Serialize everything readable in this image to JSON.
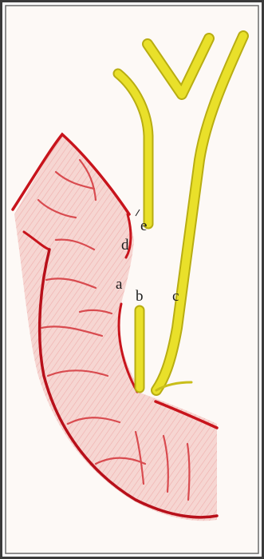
{
  "labels": {
    "a": "a",
    "b": "b",
    "c": "c",
    "d": "d",
    "e": "e"
  },
  "colors": {
    "background": "#fdf9f6",
    "frame": "#3a3a3a",
    "intestine_outline": "#c8141c",
    "intestine_fill": "#f2c6c2",
    "duct": "#e9e02a",
    "duct_edge": "#b8ad12"
  }
}
